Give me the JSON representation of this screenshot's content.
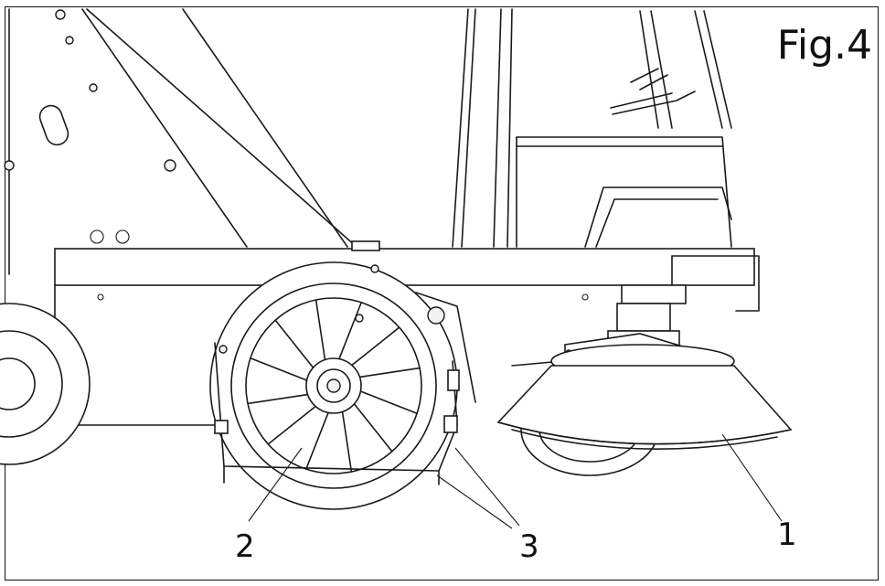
{
  "figure": {
    "title": "Fig.4",
    "callouts": [
      {
        "id": "1",
        "label": "1"
      },
      {
        "id": "2",
        "label": "2"
      },
      {
        "id": "3",
        "label": "3"
      }
    ]
  },
  "colors": {
    "line": "#1a1a1a",
    "background": "#ffffff"
  }
}
